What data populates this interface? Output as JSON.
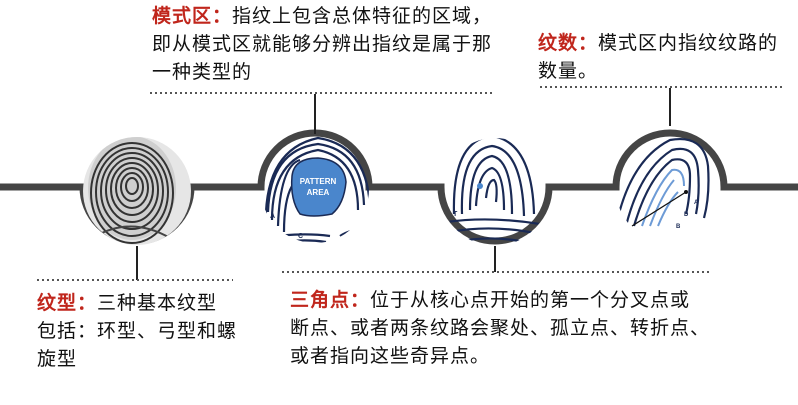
{
  "colors": {
    "timeline": "#454545",
    "term": "#c0261c",
    "dots": "#555555",
    "pattern_fill": "#4a86cc",
    "ridge_dark": "#1a2a55",
    "ridge_light": "#6d9bd6"
  },
  "blocks": {
    "pattern_area": {
      "term": "模式区",
      "sep": "：",
      "desc": "指纹上包含总体特征的区域，即从模式区就能够分辨出指纹是属于那一种类型的"
    },
    "ridge_count": {
      "term": "纹数",
      "sep": "：",
      "desc": "模式区内指纹纹路的数量。"
    },
    "pattern_type": {
      "term": "纹型",
      "sep": "：",
      "desc": "三种基本纹型包括：环型、弓型和螺旋型"
    },
    "delta": {
      "term": "三角点",
      "sep": "：",
      "desc": "位于从核心点开始的第一个分叉点或断点、或者两条纹路会聚处、孤立点、转折点、或者指向这些奇异点。"
    }
  },
  "figures": {
    "pattern_area_label": [
      "PATTERN",
      "AREA"
    ],
    "pattern_letters": [
      "A",
      "B",
      "C"
    ],
    "delta_letter": "T",
    "count_letters": [
      "A",
      "B",
      "D",
      "A"
    ]
  }
}
